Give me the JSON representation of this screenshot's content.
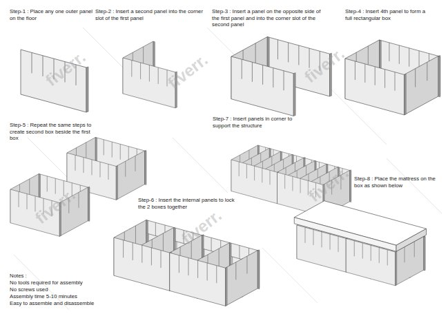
{
  "diagram": {
    "labels": [
      "Step-1 : Place any one outer panel on the floor",
      "Step-2 : Insert a second panel into the corner slot of the first panel",
      "Step-3 : Insert a panel on the opposite side of the first panel and into the corner slot of the second panel",
      "Step-4 : Insert 4th panel to form a full rectangular box",
      "Step-5 : Repeat the same steps to create second box beside the first box",
      "Step-7 : Insert panels in corner to support the structure",
      "Step-6 : Insert the internal panels to lock the 2 boxes together",
      "Step-8 : Place the mattress on the box as shown below",
      "Notes :",
      "No tools required for assembly",
      "No screws used",
      "Assembly time 5-10 minutes",
      "Easy to assemble and disassemble",
      "fiverr.",
      "fiverr.",
      "fiverr.",
      "fiverr.",
      "fiverr.",
      "fiverr."
    ]
  }
}
